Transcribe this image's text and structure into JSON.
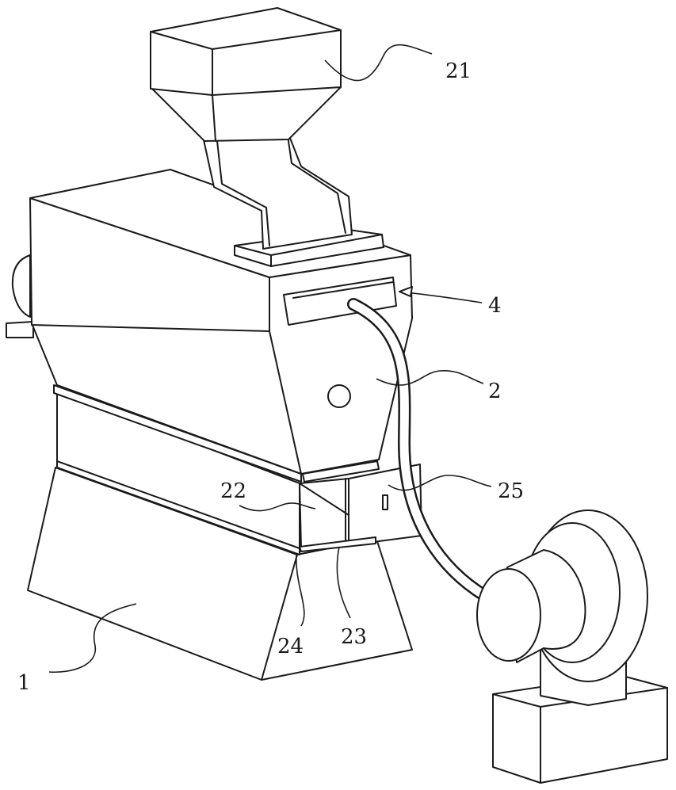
{
  "labels": {
    "hopper": "21",
    "housing": "2",
    "nozzle": "4",
    "chamber": "25",
    "side_window": "22",
    "divider": "23",
    "bottom_plate": "24",
    "base": "1"
  }
}
